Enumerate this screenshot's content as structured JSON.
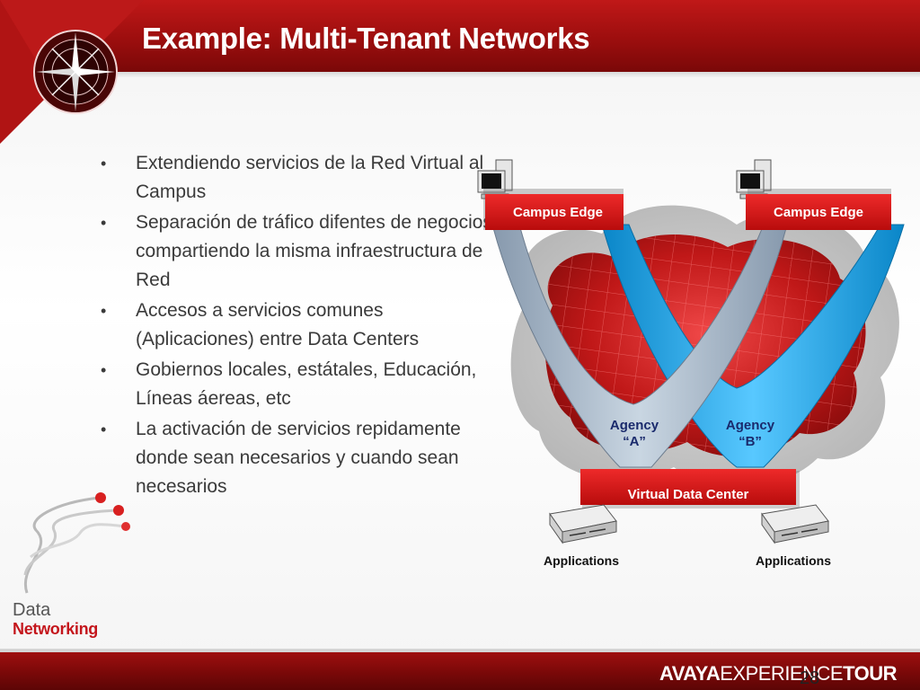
{
  "slide": {
    "title": "Example: Multi-Tenant Networks",
    "page_number": "28"
  },
  "bullets": [
    "Extendiendo servicios de la Red Virtual al Campus",
    "Separación de tráfico difentes de negocios compartiendo la misma infraestructura de Red",
    "Accesos a servicios comunes (Aplicaciones) entre Data Centers",
    "Gobiernos locales, estátales, Educación, Líneas áereas, etc",
    "La activación de servicios repidamente donde sean necesarios y cuando sean necesarios"
  ],
  "diagram": {
    "campus_edge_left": "Campus Edge",
    "campus_edge_right": "Campus Edge",
    "agency_a_line1": "Agency",
    "agency_a_line2": "“A”",
    "agency_b_line1": "Agency",
    "agency_b_line2": "“B”",
    "virtual_data_center": "Virtual Data Center",
    "applications_left": "Applications",
    "applications_right": "Applications"
  },
  "branding": {
    "data": "Data",
    "networking": "Networking",
    "avaya": "AVAYA",
    "experience": "EXPERIENCE",
    "tour": "TOUR"
  },
  "colors": {
    "header_red": "#a81212",
    "label_red": "#d4141c",
    "agency_a_gray": "#9fb3c6",
    "agency_b_blue": "#1ea7e8"
  }
}
